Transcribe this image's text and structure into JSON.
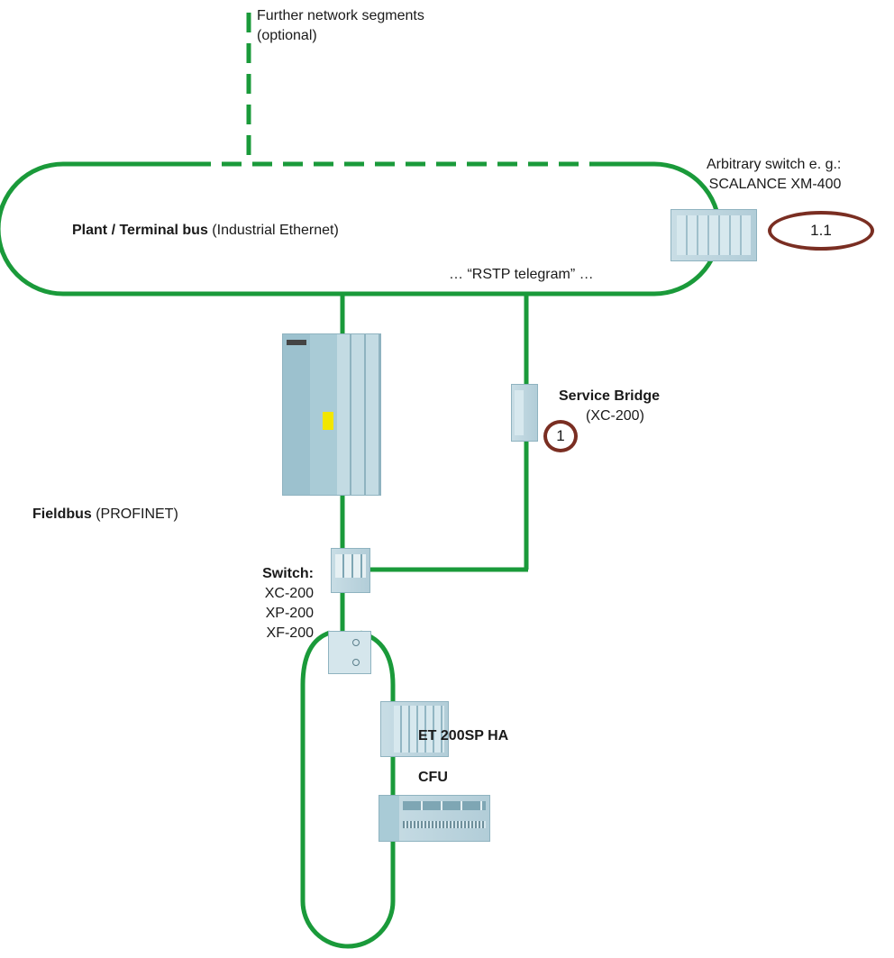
{
  "labels": {
    "further_segments": [
      "Further network segments",
      "(optional)"
    ],
    "switch_callout": [
      "Arbitrary switch e. g.:",
      "SCALANCE XM-400"
    ],
    "plant_bus_bold": "Plant / Terminal bus",
    "plant_bus_rest": " (Industrial Ethernet)",
    "rstp": "… “RSTP telegram” …",
    "service_bridge_bold": "Service Bridge",
    "service_bridge_model": "(XC-200)",
    "fieldbus_bold": "Fieldbus",
    "fieldbus_rest": " (PROFINET)",
    "switch_title": "Switch:",
    "switch_models": [
      "XC-200",
      "XP-200",
      "XF-200"
    ],
    "et200sp": "ET 200SP  HA",
    "cfu": "CFU"
  },
  "badges": {
    "badge_1_1": "1.1",
    "badge_1": "1"
  },
  "colors": {
    "network_line": "#1a9a3a",
    "badge_border": "#7a2e22",
    "device_fill": "#b9d3dc"
  }
}
